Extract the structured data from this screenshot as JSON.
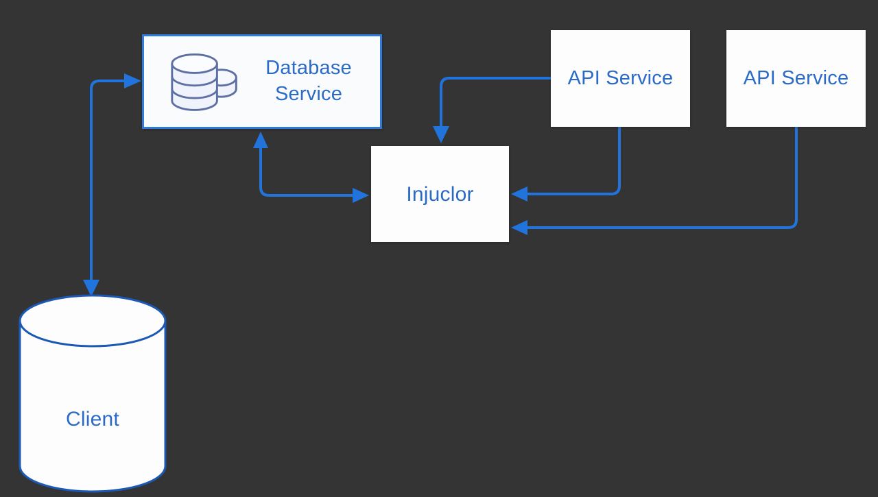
{
  "diagram": {
    "nodes": {
      "database_service": {
        "label": "Database Service",
        "shape": "rectangle",
        "icon": "database-icon"
      },
      "api_service_1": {
        "label": "API Service",
        "shape": "rectangle"
      },
      "api_service_2": {
        "label": "API Service",
        "shape": "rectangle"
      },
      "injuclor": {
        "label": "Injuclor",
        "shape": "rectangle"
      },
      "client": {
        "label": "Client",
        "shape": "cylinder"
      }
    },
    "edges": [
      {
        "from": "client",
        "to": "database_service",
        "arrows": "both"
      },
      {
        "from": "injuclor",
        "to": "database_service",
        "arrows": "both"
      },
      {
        "from": "api_service_1",
        "to": "injuclor",
        "arrows": "end",
        "enters": "top"
      },
      {
        "from": "api_service_1",
        "to": "injuclor",
        "arrows": "end",
        "enters": "right"
      },
      {
        "from": "api_service_2",
        "to": "injuclor",
        "arrows": "end",
        "enters": "right"
      }
    ]
  },
  "colors": {
    "background": "#343434",
    "connector": "#2274dd",
    "label_text": "#2b6ac5",
    "db_box_border": "#2e7bdc",
    "node_fill": "#fdfdfd",
    "cylinder_stroke": "#1b59b5",
    "icon_stroke": "#5d6fa3",
    "icon_fill": "#f0f3fb"
  }
}
